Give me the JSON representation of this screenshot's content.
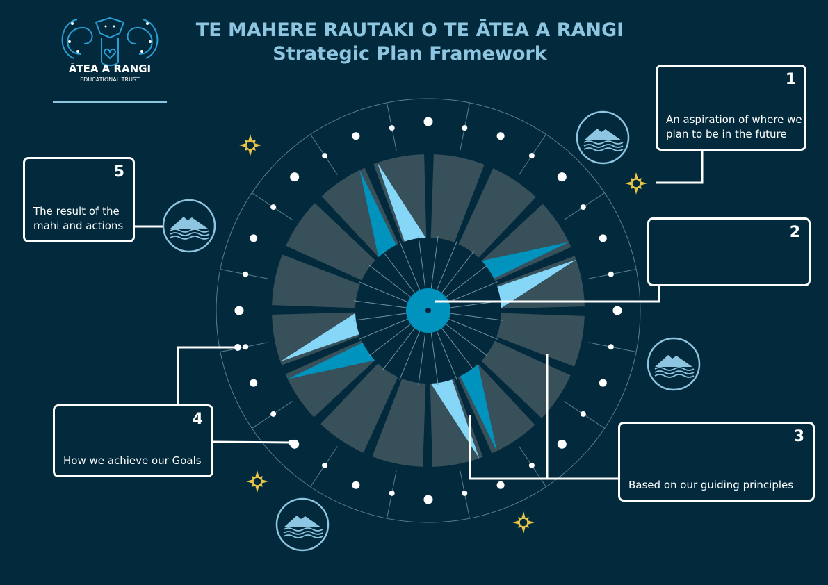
{
  "header": {
    "title": "TE MAHERE RAUTAKI O TE ĀTEA A RANGI",
    "subtitle": "Strategic Plan Framework"
  },
  "logo": {
    "name": "ĀTEA A RANGI",
    "tagline": "EDUCATIONAL TRUST"
  },
  "boxes": [
    {
      "number": "1",
      "text": "An aspiration of where we plan to be in the future"
    },
    {
      "number": "2",
      "text": ""
    },
    {
      "number": "3",
      "text": "Based on our guiding principles"
    },
    {
      "number": "4",
      "text": "How we achieve our Goals"
    },
    {
      "number": "5",
      "text": "The result of the mahi and actions"
    }
  ],
  "icons": [
    "mountain-water-icon",
    "sun-star-icon"
  ],
  "colors": {
    "background": "#022A3C",
    "title": "#8EC5E0",
    "grey_segment": "#37505A",
    "light_blue": "#86D6F7",
    "mid_blue": "#0093BE",
    "sun": "#E8C547"
  }
}
